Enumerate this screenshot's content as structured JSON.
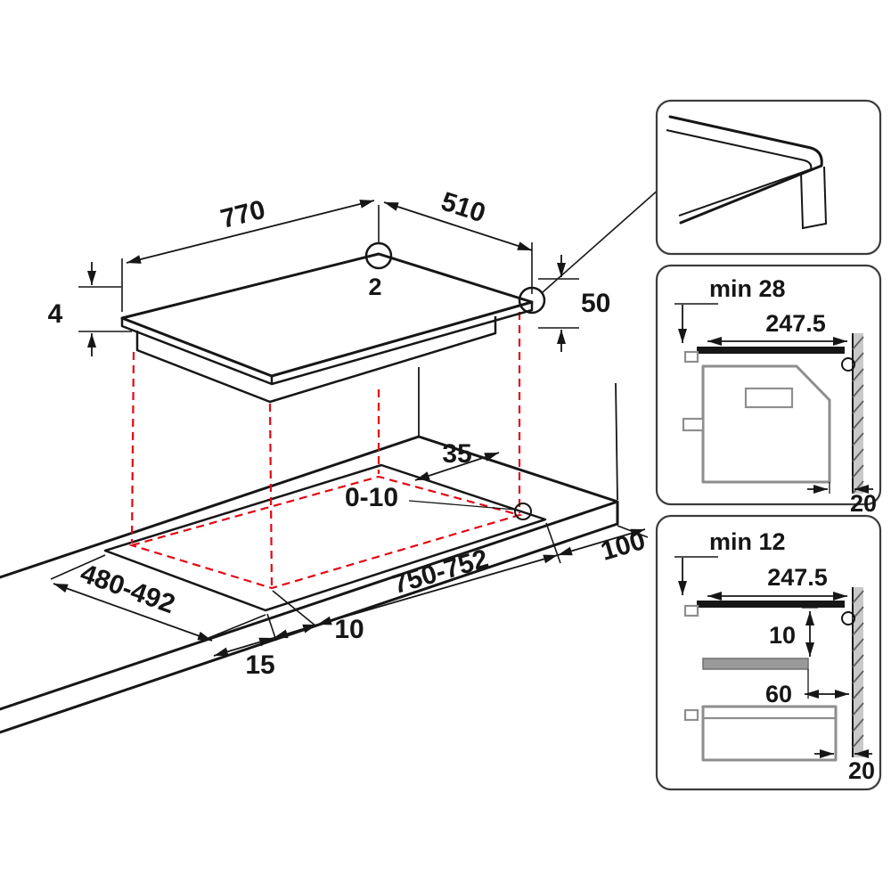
{
  "colors": {
    "line": "#161616",
    "projection_red": "#e30613",
    "cabinet_gray": "#8e8e8e",
    "wall_gray": "#c9c9c9"
  },
  "iso": {
    "top_width": "770",
    "top_depth": "510",
    "corner_detail": "2",
    "glass_height": "4",
    "body_height": "50",
    "back_gap": "35",
    "edge_tolerance": "0-10",
    "cutout_depth": "480-492",
    "cutout_width": "750-752",
    "side_gap": "100",
    "front_gap": "15",
    "overlap": "10"
  },
  "cabinet_detail": {
    "clearance": "min 28",
    "depth": "247.5",
    "wall_gap": "20"
  },
  "shelf_detail": {
    "clearance": "min 12",
    "depth": "247.5",
    "shelf_gap": "10",
    "shelf_setback": "60",
    "wall_gap": "20"
  }
}
